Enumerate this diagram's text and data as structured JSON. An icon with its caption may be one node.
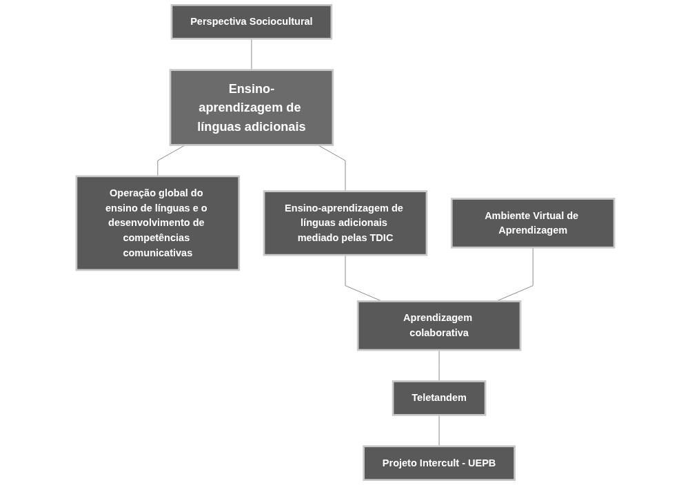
{
  "diagram": {
    "nodes": [
      {
        "text": [
          "Perspectiva Sociocultural"
        ]
      },
      {
        "text": [
          "Ensino-aprendizagem de línguas adicionais"
        ]
      },
      {
        "text": [
          "Operação global do ensino de línguas e o desenvolvimento de competências comunicativas"
        ]
      },
      {
        "text": [
          "Ensino-aprendizagem de línguas adicionais mediado pelas TDIC"
        ]
      },
      {
        "text": [
          "Ambiente Virtual de Aprendizagem"
        ]
      },
      {
        "text": [
          "Aprendizagem colaborativa"
        ]
      },
      {
        "text": [
          "Teletandem"
        ]
      },
      {
        "text": [
          "Projeto Intercult - UEPB"
        ]
      }
    ],
    "edges": [
      {
        "from": 0,
        "to": 1,
        "arrow": "none"
      },
      {
        "from": 1,
        "to": 2,
        "arrow": "none"
      },
      {
        "from": 1,
        "to": 3,
        "arrow": "none"
      },
      {
        "from": 3,
        "to": 5,
        "arrow": "none"
      },
      {
        "from": 4,
        "to": 5,
        "arrow": "none"
      },
      {
        "from": 5,
        "to": 6,
        "arrow": "none"
      },
      {
        "from": 6,
        "to": 7,
        "arrow": "none"
      }
    ]
  }
}
